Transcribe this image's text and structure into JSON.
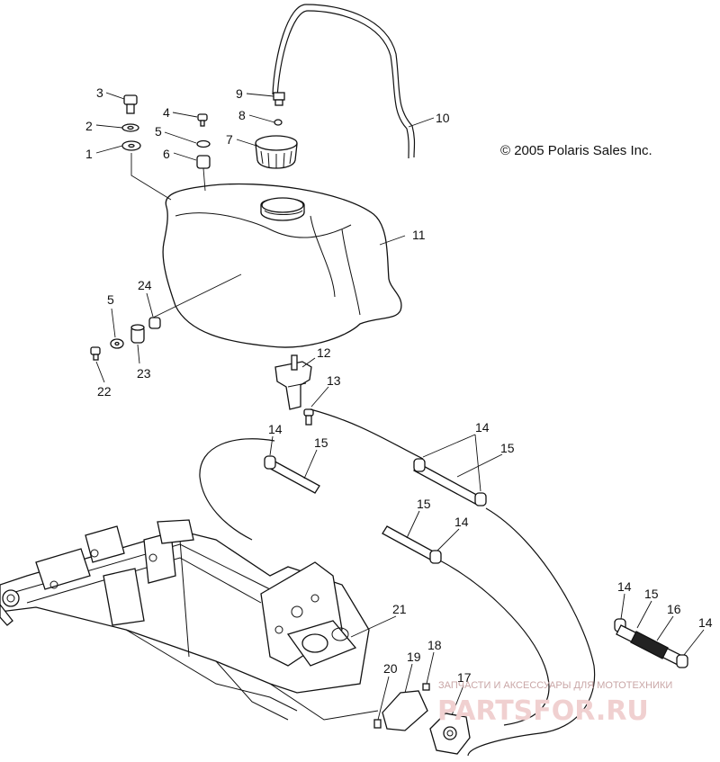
{
  "copyright": "© 2005 Polaris Sales Inc.",
  "watermark": {
    "tagline": "ЗАПЧАСТИ И АКСЕССУАРЫ ДЛЯ МОТОТЕХНИКИ",
    "brand": "PARTSFOR.RU"
  },
  "callouts": [
    "1",
    "2",
    "3",
    "4",
    "5",
    "6",
    "7",
    "8",
    "9",
    "10",
    "11",
    "12",
    "13",
    "14",
    "15",
    "16",
    "17",
    "18",
    "19",
    "20",
    "21",
    "22",
    "23",
    "24"
  ]
}
